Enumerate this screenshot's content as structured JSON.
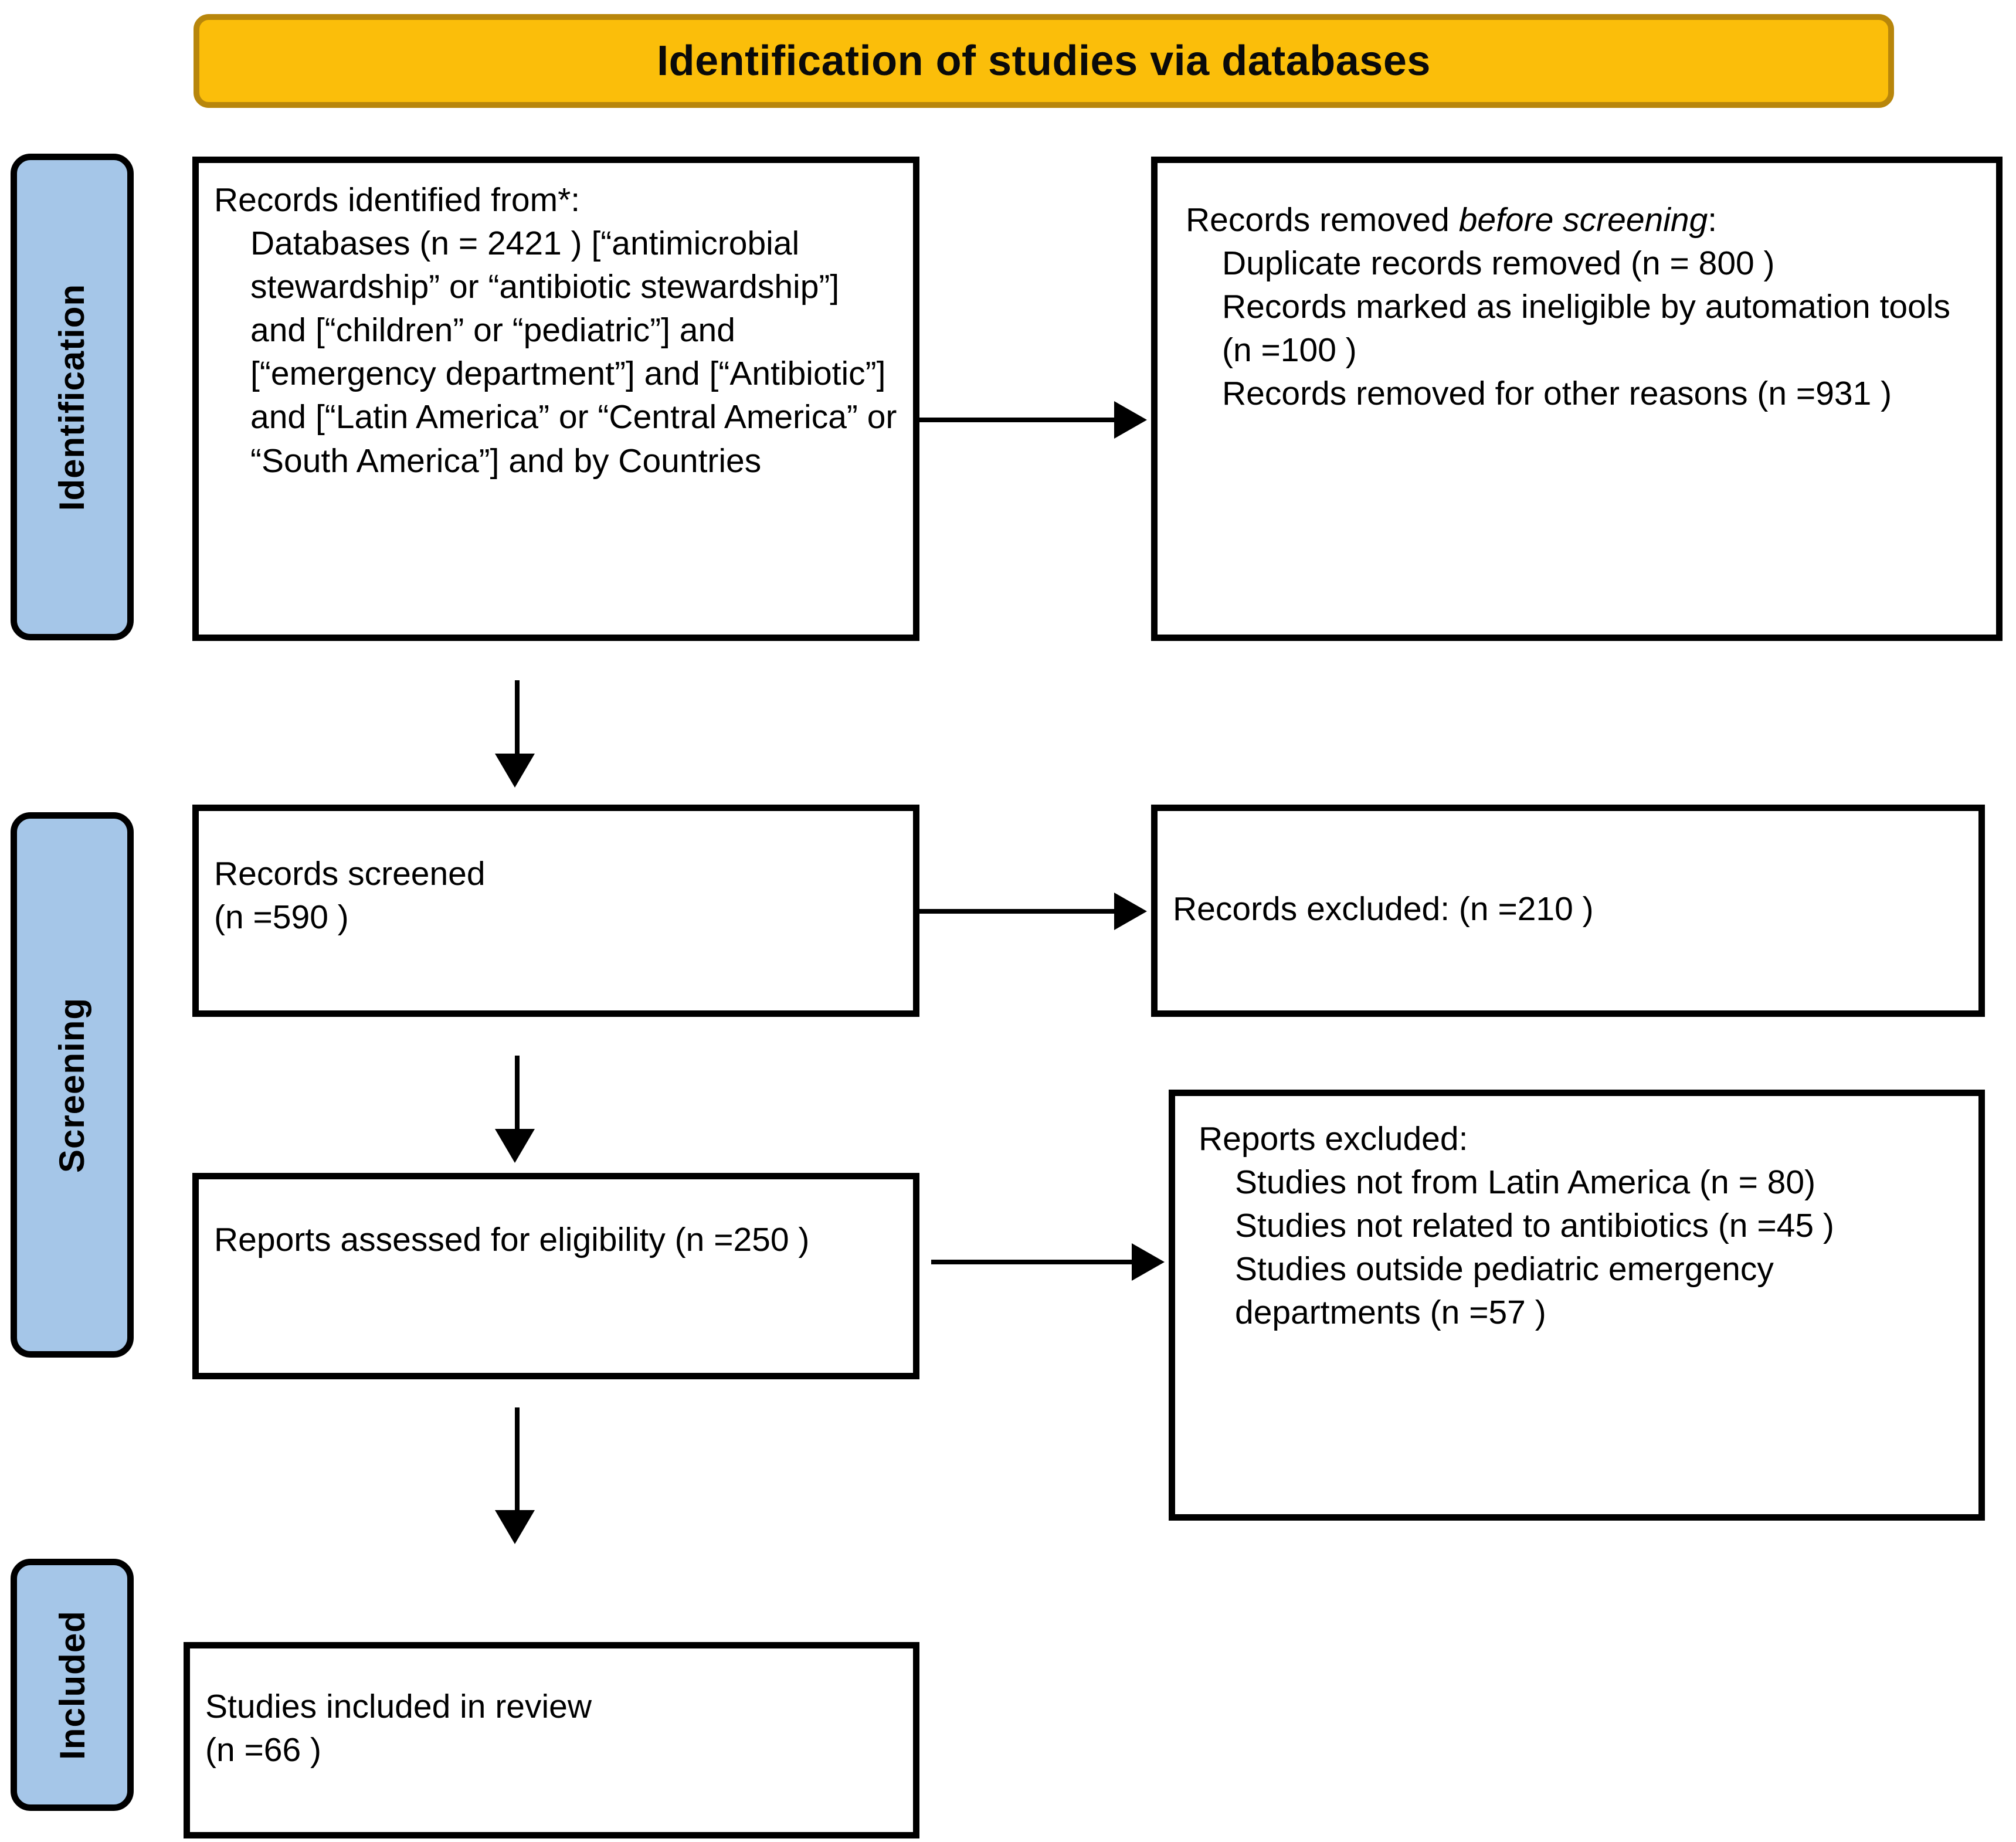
{
  "banner": {
    "title": "Identification of studies via databases"
  },
  "stages": [
    {
      "id": "identification",
      "label": "Identification"
    },
    {
      "id": "screening",
      "label": "Screening"
    },
    {
      "id": "included",
      "label": "Included"
    }
  ],
  "boxes": {
    "identified": {
      "heading": "Records identified from*:",
      "items": [
        "Databases (n = 2421 ) [“antimicrobial stewardship” or “antibiotic stewardship”] and [“children” or “pediatric”] and [“emergency department”] and [“Antibiotic”] and [“Latin America” or “Central America” or “South America”] and by Countries"
      ]
    },
    "removed": {
      "heading_prefix": "Records removed ",
      "heading_italic": "before screening",
      "heading_suffix": ":",
      "items": [
        "Duplicate records removed  (n = 800 )",
        "Records marked as ineligible by automation tools (n =100 )",
        "Records removed for other reasons (n =931 )"
      ]
    },
    "screened": {
      "line1": "Records screened",
      "line2": "(n =590 )"
    },
    "records_excluded": {
      "line1": "Records excluded: (n =210 )"
    },
    "eligibility": {
      "line1": "Reports assessed for eligibility (n =250 )"
    },
    "reports_excluded": {
      "heading": "Reports excluded:",
      "items": [
        "Studies not from Latin America (n = 80)",
        "Studies not related to antibiotics (n =45 )",
        "Studies outside pediatric emergency departments (n =57 )"
      ]
    },
    "included": {
      "line1": "Studies included in review",
      "line2": "(n =66 )"
    }
  },
  "colors": {
    "banner_fill": "#FBBE0A",
    "banner_border": "#B8860B",
    "stage_fill": "#A5C6E8",
    "box_border": "#000000",
    "text": "#000000"
  },
  "counts": {
    "databases_identified": 2421,
    "duplicates_removed": 800,
    "ineligible_automation": 100,
    "removed_other": 931,
    "records_screened": 590,
    "records_excluded": 210,
    "reports_assessed": 250,
    "excluded_not_latin_america": 80,
    "excluded_not_antibiotics": 45,
    "excluded_outside_ped_ed": 57,
    "studies_included": 66
  }
}
